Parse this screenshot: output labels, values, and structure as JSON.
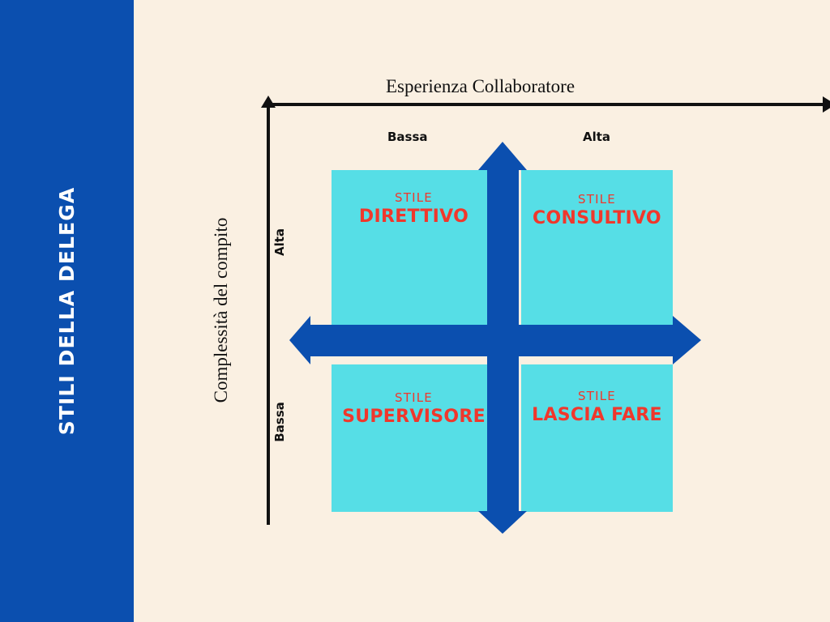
{
  "sidebar": {
    "title": "STILI DELLA DELEGA",
    "background_color": "#0B4FAF",
    "text_color": "#FFFFFF"
  },
  "page": {
    "background_color": "#FAF0E2",
    "accent_blue": "#0B4FAF",
    "tile_cyan": "#56DEE6",
    "label_red": "#F0372C",
    "axis_black": "#111111"
  },
  "axes": {
    "horizontal": {
      "title": "Esperienza Collaboratore",
      "ticks": [
        "Bassa",
        "Alta"
      ]
    },
    "vertical": {
      "title": "Complessità del compito",
      "ticks": [
        "Alta",
        "Bassa"
      ]
    }
  },
  "quadrants": [
    {
      "eyebrow": "STILE",
      "name": "DIRETTIVO",
      "position": "top-left"
    },
    {
      "eyebrow": "STILE",
      "name": "CONSULTIVO",
      "position": "top-right"
    },
    {
      "eyebrow": "STILE",
      "name": "SUPERVISORE",
      "position": "bottom-left"
    },
    {
      "eyebrow": "STILE",
      "name": "LASCIA FARE",
      "position": "bottom-right"
    }
  ],
  "chart_data": {
    "type": "table",
    "title": "Stili della delega",
    "xlabel": "Esperienza Collaboratore",
    "ylabel": "Complessità del compito",
    "x_categories": [
      "Bassa",
      "Alta"
    ],
    "y_categories": [
      "Alta",
      "Bassa"
    ],
    "cells": [
      {
        "x": "Bassa",
        "y": "Alta",
        "label": "STILE DIRETTIVO"
      },
      {
        "x": "Alta",
        "y": "Alta",
        "label": "STILE CONSULTIVO"
      },
      {
        "x": "Bassa",
        "y": "Bassa",
        "label": "STILE SUPERVISORE"
      },
      {
        "x": "Alta",
        "y": "Bassa",
        "label": "STILE LASCIA FARE"
      }
    ]
  }
}
